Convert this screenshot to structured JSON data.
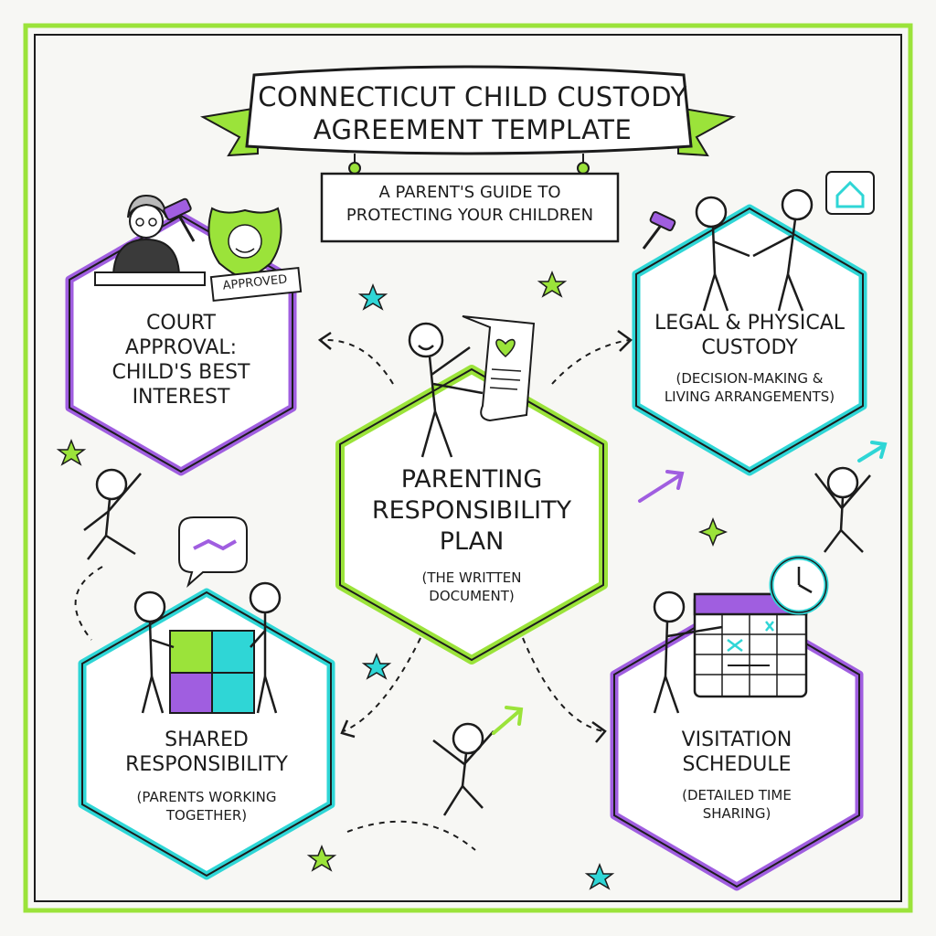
{
  "title": "CONNECTICUT CHILD CUSTODY AGREEMENT TEMPLATE",
  "subtitle": "A PARENT'S GUIDE TO PROTECTING YOUR CHILDREN",
  "center": {
    "heading": "PARENTING RESPONSIBILITY PLAN",
    "subheading": "(THE WRITTEN DOCUMENT)"
  },
  "court": {
    "heading": "COURT APPROVAL: CHILD'S BEST INTEREST",
    "stamp": "APPROVED"
  },
  "legal": {
    "heading": "LEGAL & PHYSICAL CUSTODY",
    "subheading": "(DECISION-MAKING & LIVING ARRANGEMENTS)"
  },
  "shared": {
    "heading": "SHARED RESPONSIBILITY",
    "subheading": "(PARENTS WORKING TOGETHER)"
  },
  "visitation": {
    "heading": "VISITATION SCHEDULE",
    "subheading": "(DETAILED TIME SHARING)"
  },
  "colors": {
    "lime": "#9be33a",
    "purple": "#a05ee0",
    "teal": "#2fd6d6",
    "ink": "#1c1c1c"
  },
  "icons": [
    "judge-icon",
    "gavel-icon",
    "child-shield-icon",
    "scroll-icon",
    "handshake-icon",
    "house-icon",
    "puzzle-icon",
    "calendar-icon",
    "clock-icon",
    "star-icon"
  ]
}
